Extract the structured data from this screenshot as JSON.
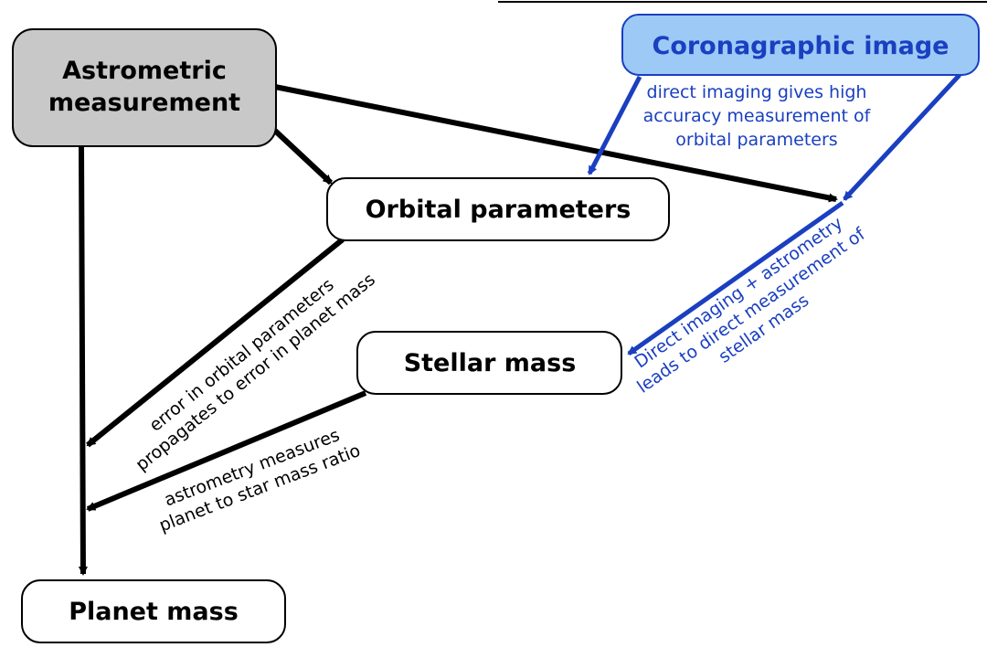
{
  "colors": {
    "black_arrow": "#000000",
    "blue_arrow": "#1a3fc0",
    "astrometric_fill": "#c8c8c8",
    "coronagraphic_fill": "#9dc9f7",
    "coronagraphic_border": "#1a3fc0",
    "coronagraphic_text": "#1a3fc0",
    "node_fill": "#ffffff"
  },
  "nodes": {
    "astrometric": {
      "line1": "Astrometric",
      "line2": "measurement"
    },
    "coronagraphic": {
      "label": "Coronagraphic image"
    },
    "orbital": {
      "label": "Orbital parameters"
    },
    "stellar": {
      "label": "Stellar mass"
    },
    "planet": {
      "label": "Planet mass"
    }
  },
  "annotations": {
    "direct_imaging": {
      "line1": "direct imaging gives high",
      "line2": "accuracy measurement of",
      "line3": "orbital parameters"
    },
    "error_propagation": {
      "line1": "error in orbital parameters",
      "line2": "propagates to error in planet mass"
    },
    "mass_ratio": {
      "line1": "astrometry measures",
      "line2": "planet to star mass ratio"
    },
    "stellar_measurement": {
      "line1": "Direct imaging + astrometry",
      "line2": "leads to direct measurement of",
      "line3": "stellar mass"
    }
  }
}
